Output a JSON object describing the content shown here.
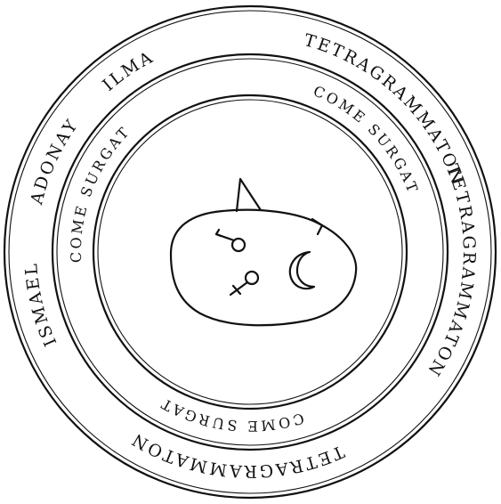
{
  "outer_band": {
    "top": "TETRAGRAMMATON",
    "right": "TETRAGRAMMATON",
    "bottom": "TETRAGRAMMATON",
    "left_upper": "ADONAY",
    "upper_left": "ILMA",
    "left_lower": "ISMAEL"
  },
  "middle_band": {
    "upper_right": "COME SURGAT",
    "upper_left": "COME SURGAT",
    "bottom": "COME SURGAT"
  },
  "center": {
    "symbols": [
      "mars-symbol",
      "venus-symbol",
      "crescent-moon-symbol"
    ]
  },
  "colors": {
    "ink": "#111111",
    "paper": "#ffffff"
  }
}
